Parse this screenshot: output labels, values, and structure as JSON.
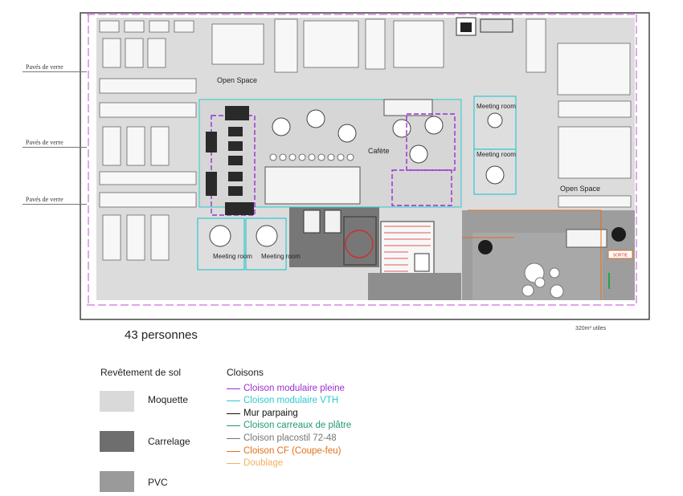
{
  "plan": {
    "side_labels": [
      "Pavés de verre",
      "Pavés de verre",
      "Pavés de verre"
    ],
    "rooms": {
      "open_space_top": "Open Space",
      "open_space_right": "Open Space",
      "cafeteria": "Cafète",
      "meeting_room_1": "Meeting room",
      "meeting_room_2": "Meeting room",
      "meeting_room_3": "Meeting room",
      "meeting_room_4": "Meeting room"
    },
    "capacity": "43 personnes",
    "area": "320m² utiles",
    "fire_sign": "SORTIE"
  },
  "legend": {
    "floor": {
      "title": "Revêtement de sol",
      "items": [
        {
          "label": "Moquette",
          "color": "#d9d9d9"
        },
        {
          "label": "Carrelage",
          "color": "#6e6e6e"
        },
        {
          "label": "PVC",
          "color": "#9a9a9a"
        }
      ]
    },
    "partitions": {
      "title": "Cloisons",
      "items": [
        {
          "label": "Cloison modulaire pleine",
          "color": "#9b2fd1"
        },
        {
          "label": "Cloison modulaire VTH",
          "color": "#2ec9cf"
        },
        {
          "label": "Mur parpaing",
          "color": "#111111"
        },
        {
          "label": "Cloison carreaux de plâtre",
          "color": "#1f9a72"
        },
        {
          "label": "Cloison placostil 72-48",
          "color": "#777777"
        },
        {
          "label": "Cloison CF (Coupe-feu)",
          "color": "#e0701a"
        },
        {
          "label": "Doublage",
          "color": "#f2b25c"
        }
      ]
    }
  }
}
